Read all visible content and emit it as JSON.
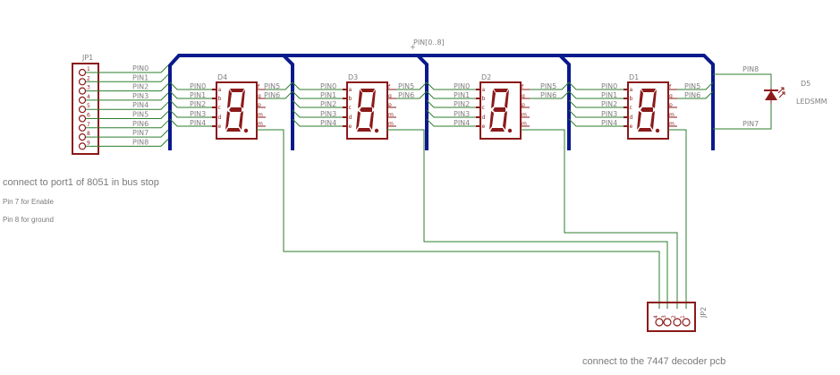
{
  "bus": {
    "label": "PIN[0..8]"
  },
  "colors": {
    "bus": "#0a1a8c",
    "wire": "#2e7d2e",
    "part": "#8b1a1a",
    "text": "#808080"
  },
  "jp1": {
    "name": "JP1",
    "pins": [
      "1",
      "2",
      "3",
      "4",
      "5",
      "6",
      "7",
      "8",
      "9"
    ],
    "nets": [
      "PIN0",
      "PIN1",
      "PIN2",
      "PIN3",
      "PIN4",
      "PIN5",
      "PIN6",
      "PIN7",
      "PIN8"
    ]
  },
  "displays": [
    {
      "name": "D4",
      "left_nets": [
        "PIN0",
        "PIN1",
        "PIN2",
        "PIN3",
        "PIN4"
      ],
      "right_nets": [
        "PIN5",
        "PIN6"
      ]
    },
    {
      "name": "D3",
      "left_nets": [
        "PIN0",
        "PIN1",
        "PIN2",
        "PIN3",
        "PIN4"
      ],
      "right_nets": [
        "PIN5",
        "PIN6"
      ]
    },
    {
      "name": "D2",
      "left_nets": [
        "PIN0",
        "PIN1",
        "PIN2",
        "PIN3",
        "PIN4"
      ],
      "right_nets": [
        "PIN5",
        "PIN6"
      ]
    },
    {
      "name": "D1",
      "left_nets": [
        "PIN0",
        "PIN1",
        "PIN2",
        "PIN3",
        "PIN4"
      ],
      "right_nets": [
        "PIN5",
        "PIN6"
      ]
    }
  ],
  "led": {
    "name": "D5",
    "value": "LEDSMM",
    "top_net": "PIN8",
    "bottom_net": "PIN7"
  },
  "jp2": {
    "name": "JP2",
    "pins": [
      "4",
      "3",
      "2",
      "1"
    ]
  },
  "notes": {
    "port": "connect to port1 of 8051 in bus stop",
    "enable": "Pin 7 for Enable",
    "ground": "Pin 8 for ground",
    "decoder": "connect to the 7447 decoder pcb"
  }
}
